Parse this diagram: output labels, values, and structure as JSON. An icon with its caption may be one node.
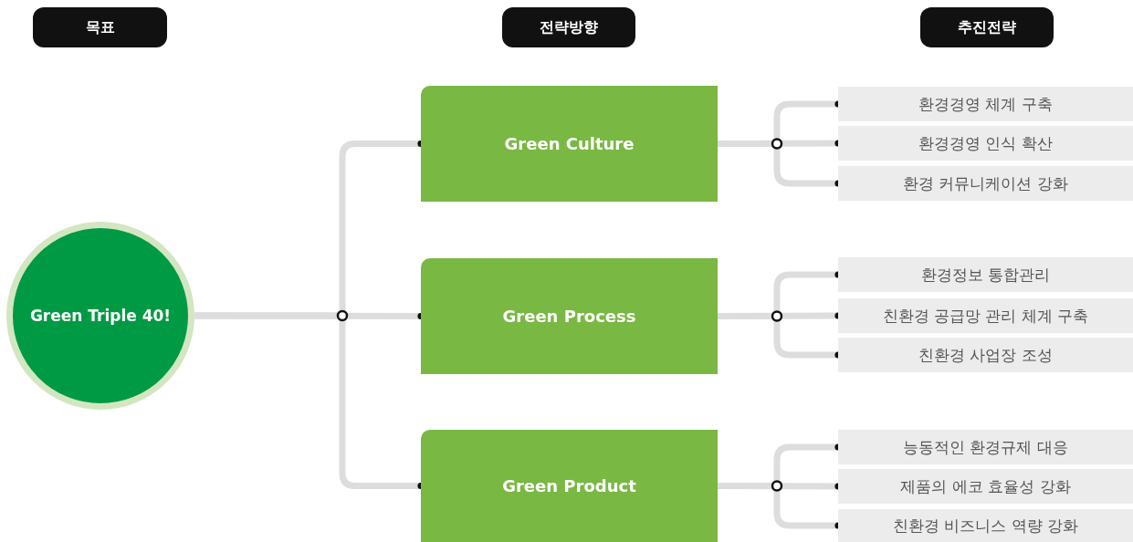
{
  "diagram": {
    "nodes": [
      {
        "text": [
          "목표"
        ]
      },
      {
        "text": [
          "전략방향"
        ]
      },
      {
        "text": [
          "추진전략"
        ]
      },
      {
        "text": [
          "Green Triple 40!"
        ]
      },
      {
        "text": [
          "Green Culture"
        ]
      },
      {
        "text": [
          "Green Process"
        ]
      },
      {
        "text": [
          "Green Product"
        ]
      },
      {
        "text": [
          "환경경영 체계 구축"
        ]
      },
      {
        "text": [
          "환경경영 인식 확산"
        ]
      },
      {
        "text": [
          "환경 커뮤니케이션 강화"
        ]
      },
      {
        "text": [
          "환경정보 통합관리"
        ]
      },
      {
        "text": [
          "친환경 공급망 관리 체계 구축"
        ]
      },
      {
        "text": [
          "친환경 사업장 조성"
        ]
      },
      {
        "text": [
          "능동적인 환경규제 대응"
        ]
      },
      {
        "text": [
          "제품의 에코 효율성 강화"
        ]
      },
      {
        "text": [
          "친환경 비즈니스 역량 강화"
        ]
      }
    ],
    "edges": [
      {
        "from": 3,
        "to": 4,
        "arrow": "other"
      },
      {
        "from": 3,
        "to": 5,
        "arrow": "other"
      },
      {
        "from": 3,
        "to": 6,
        "arrow": "other"
      },
      {
        "from": 4,
        "to": 7,
        "arrow": "other"
      },
      {
        "from": 4,
        "to": 8,
        "arrow": "other"
      },
      {
        "from": 4,
        "to": 9,
        "arrow": "other"
      },
      {
        "from": 5,
        "to": 10,
        "arrow": "other"
      },
      {
        "from": 5,
        "to": 11,
        "arrow": "other"
      },
      {
        "from": 5,
        "to": 12,
        "arrow": "other"
      },
      {
        "from": 6,
        "to": 13,
        "arrow": "other"
      },
      {
        "from": 6,
        "to": 14,
        "arrow": "other"
      },
      {
        "from": 6,
        "to": 15,
        "arrow": "other"
      }
    ]
  }
}
